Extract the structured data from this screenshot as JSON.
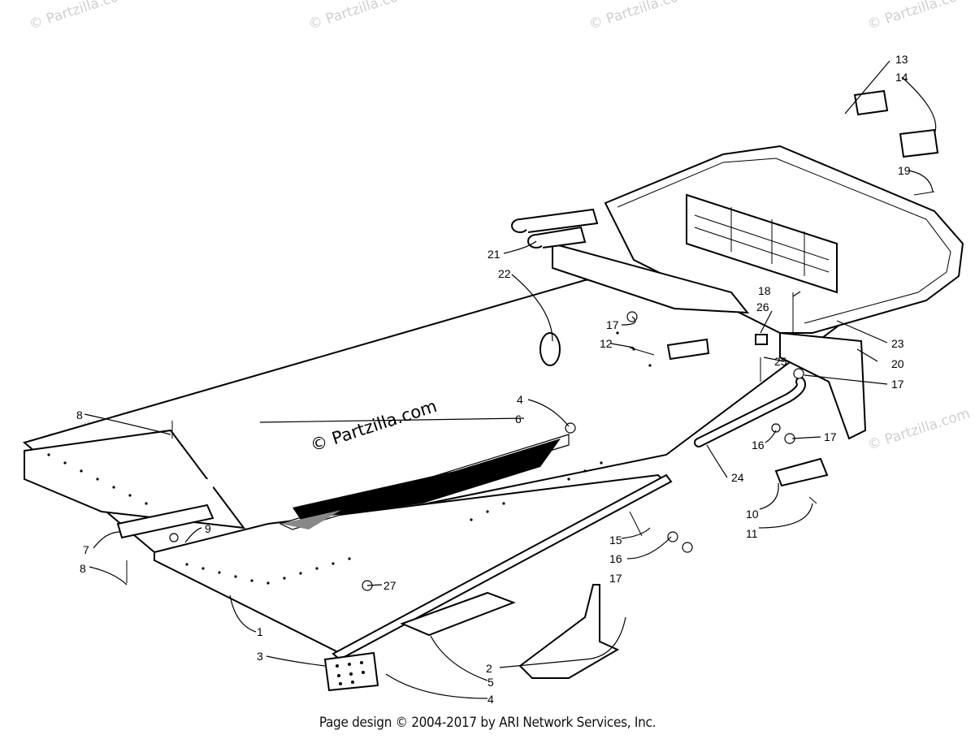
{
  "watermarks": {
    "corner": "© Partzilla.com",
    "center": "© Partzilla.com"
  },
  "footer": "Page design © 2004-2017 by ARI Network Services, Inc.",
  "callouts": [
    "1",
    "2",
    "3",
    "4",
    "4",
    "5",
    "6",
    "7",
    "8",
    "8",
    "9",
    "10",
    "11",
    "12",
    "13",
    "14",
    "15",
    "16",
    "16",
    "17",
    "17",
    "17",
    "17",
    "18",
    "19",
    "20",
    "21",
    "22",
    "23",
    "24",
    "25",
    "26",
    "27"
  ]
}
